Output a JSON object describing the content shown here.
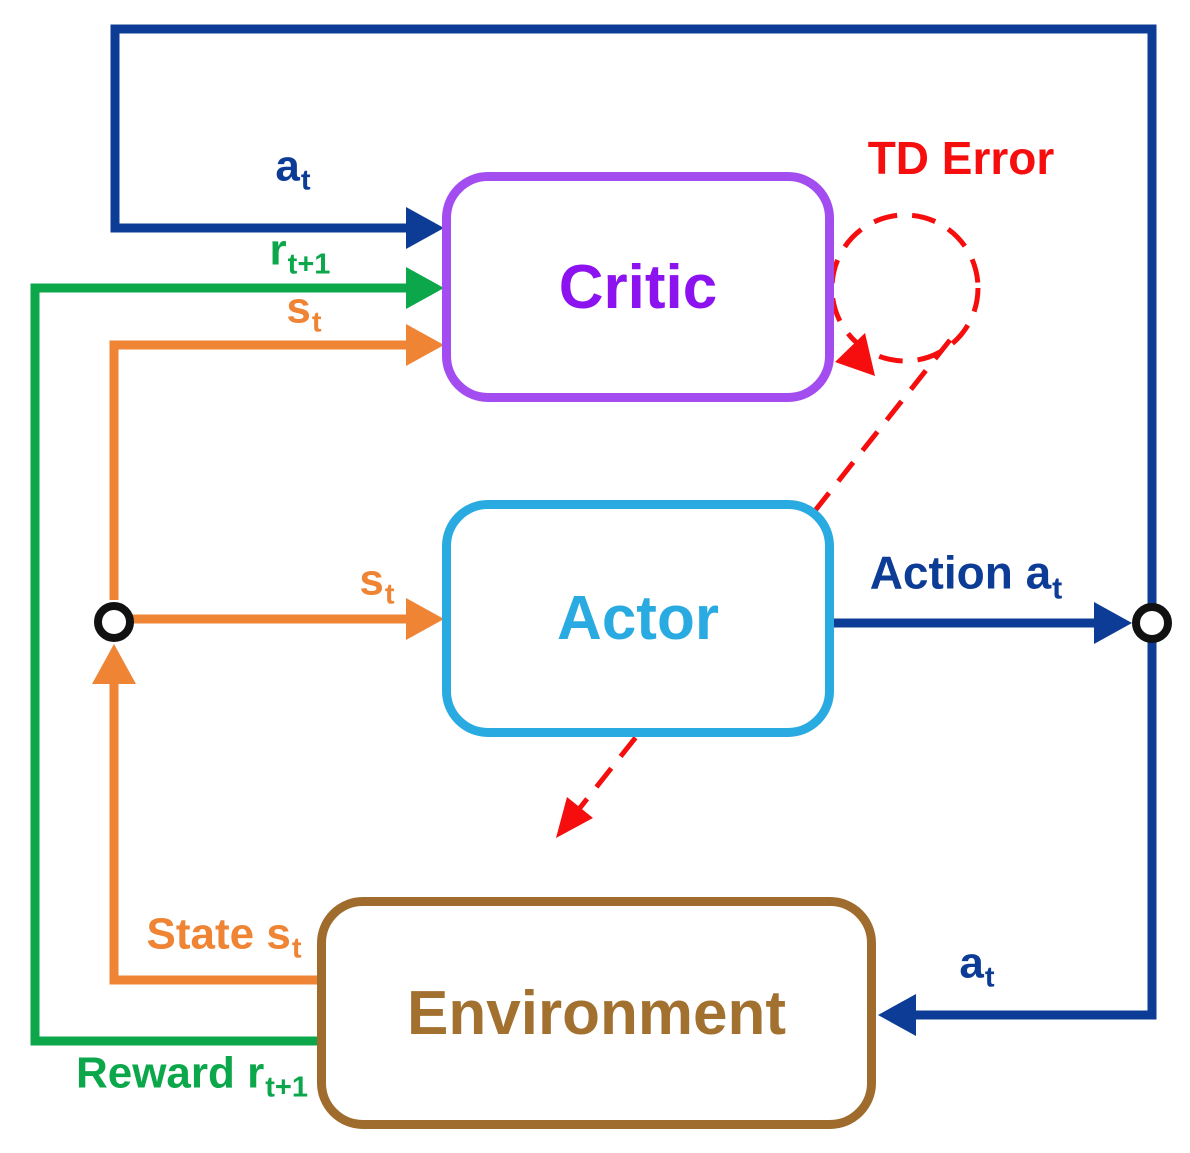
{
  "boxes": {
    "critic": {
      "label": "Critic"
    },
    "actor": {
      "label": "Actor"
    },
    "environment": {
      "label": "Environment"
    }
  },
  "labels": {
    "action_top": {
      "main": "a",
      "sub": "t"
    },
    "reward_in": {
      "main": "r",
      "sub": "t+1"
    },
    "state_in_critic": {
      "main": "s",
      "sub": "t"
    },
    "state_in_actor": {
      "main": "s",
      "sub": "t"
    },
    "action_out": {
      "main": "Action a",
      "sub": "t"
    },
    "td_error": {
      "text": "TD Error"
    },
    "action_in_env": {
      "main": "a",
      "sub": "t"
    },
    "state_out": {
      "main": "State s",
      "sub": "t"
    },
    "reward_out": {
      "main": "Reward r",
      "sub": "t+1"
    }
  },
  "colors": {
    "navy": "#0D3C96",
    "green": "#0CA74B",
    "orange": "#EE8434",
    "red": "#F60D0D",
    "purpleBorder": "#A34DF0",
    "purpleText": "#8C12F0",
    "cyan": "#29ABE2",
    "brownBorder": "#9F6C2D",
    "brownText": "#A3712F",
    "node": "#111111"
  }
}
